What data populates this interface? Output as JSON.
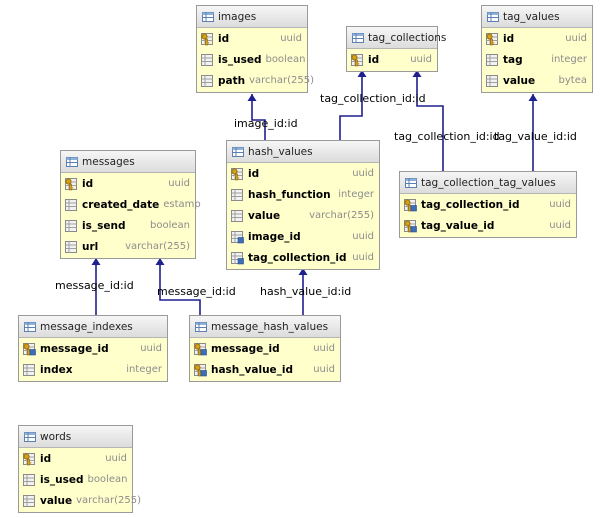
{
  "tables": [
    {
      "name": "images",
      "columns": [
        {
          "name": "id",
          "type": "uuid",
          "key": "pk"
        },
        {
          "name": "is_used",
          "type": "boolean",
          "key": "none"
        },
        {
          "name": "path",
          "type": "varchar(255)",
          "key": "none"
        }
      ]
    },
    {
      "name": "tag_collections",
      "columns": [
        {
          "name": "id",
          "type": "uuid",
          "key": "pk"
        }
      ]
    },
    {
      "name": "tag_values",
      "columns": [
        {
          "name": "id",
          "type": "uuid",
          "key": "pk"
        },
        {
          "name": "tag",
          "type": "integer",
          "key": "none"
        },
        {
          "name": "value",
          "type": "bytea",
          "key": "none"
        }
      ]
    },
    {
      "name": "messages",
      "columns": [
        {
          "name": "id",
          "type": "uuid",
          "key": "pk"
        },
        {
          "name": "created_date",
          "type": "estamp",
          "key": "none"
        },
        {
          "name": "is_send",
          "type": "boolean",
          "key": "none"
        },
        {
          "name": "url",
          "type": "varchar(255)",
          "key": "none"
        }
      ]
    },
    {
      "name": "hash_values",
      "columns": [
        {
          "name": "id",
          "type": "uuid",
          "key": "pk"
        },
        {
          "name": "hash_function",
          "type": "integer",
          "key": "none"
        },
        {
          "name": "value",
          "type": "varchar(255)",
          "key": "none"
        },
        {
          "name": "image_id",
          "type": "uuid",
          "key": "fk"
        },
        {
          "name": "tag_collection_id",
          "type": "uuid",
          "key": "fk"
        }
      ]
    },
    {
      "name": "tag_collection_tag_values",
      "columns": [
        {
          "name": "tag_collection_id",
          "type": "uuid",
          "key": "pkfk"
        },
        {
          "name": "tag_value_id",
          "type": "uuid",
          "key": "pkfk"
        }
      ]
    },
    {
      "name": "message_indexes",
      "columns": [
        {
          "name": "message_id",
          "type": "uuid",
          "key": "pkfk"
        },
        {
          "name": "index",
          "type": "integer",
          "key": "none"
        }
      ]
    },
    {
      "name": "message_hash_values",
      "columns": [
        {
          "name": "message_id",
          "type": "uuid",
          "key": "pkfk"
        },
        {
          "name": "hash_value_id",
          "type": "uuid",
          "key": "pkfk"
        }
      ]
    },
    {
      "name": "words",
      "columns": [
        {
          "name": "id",
          "type": "uuid",
          "key": "pk"
        },
        {
          "name": "is_used",
          "type": "boolean",
          "key": "none"
        },
        {
          "name": "value",
          "type": "varchar(255)",
          "key": "none"
        }
      ]
    }
  ],
  "relations": [
    {
      "from": "hash_values",
      "to": "images",
      "label": "image_id:id"
    },
    {
      "from": "hash_values",
      "to": "tag_collections",
      "label": "tag_collection_id:id"
    },
    {
      "from": "tag_collection_tag_values",
      "to": "tag_collections",
      "label": "tag_collection_id:id"
    },
    {
      "from": "tag_collection_tag_values",
      "to": "tag_values",
      "label": "tag_value_id:id"
    },
    {
      "from": "message_indexes",
      "to": "messages",
      "label": "message_id:id"
    },
    {
      "from": "message_hash_values",
      "to": "messages",
      "label": "message_id:id"
    },
    {
      "from": "message_hash_values",
      "to": "hash_values",
      "label": "hash_value_id:id"
    }
  ],
  "colors": {
    "table_fill": "#ffffcc",
    "edge": "#1f1f8f",
    "key": "#d4a017",
    "fk": "#3d6fb8"
  }
}
